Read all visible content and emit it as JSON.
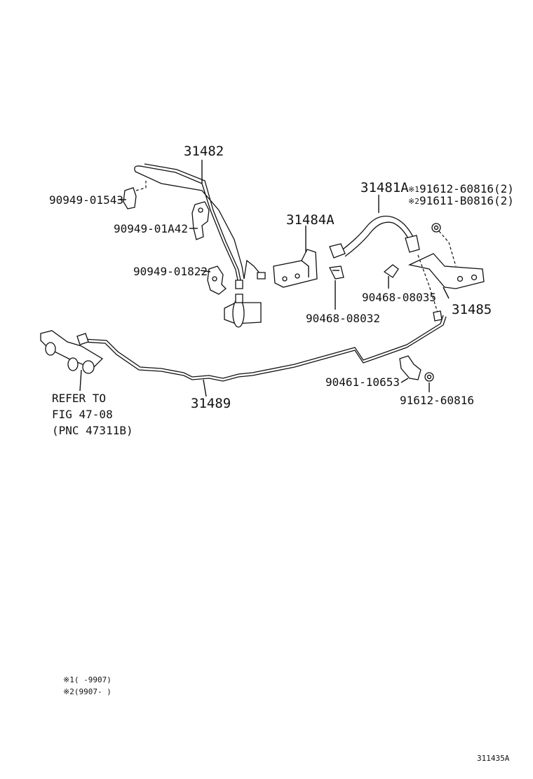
{
  "labels": {
    "p31482": "31482",
    "p31481A": "31481A",
    "p31484A": "31484A",
    "p31485": "31485",
    "p31489": "31489",
    "p90949_01543": "90949-01543",
    "p90949_01A42": "90949-01A42",
    "p90949_01822": "90949-01822",
    "p90468_08035": "90468-08035",
    "p90468_08032": "90468-08032",
    "p90461_10653": "90461-10653",
    "p91612_60816": "91612-60816",
    "note1_mark": "※1",
    "note1_part": "91612-60816(2)",
    "note2_mark": "※2",
    "note2_part": "91611-B0816(2)",
    "refer_line1": "REFER TO",
    "refer_line2": "FIG 47-08",
    "refer_line3": "(PNC 47311B)",
    "legend1": "※1(   -9907)",
    "legend2": "※2(9907-   )",
    "figure_id": "311435A"
  }
}
